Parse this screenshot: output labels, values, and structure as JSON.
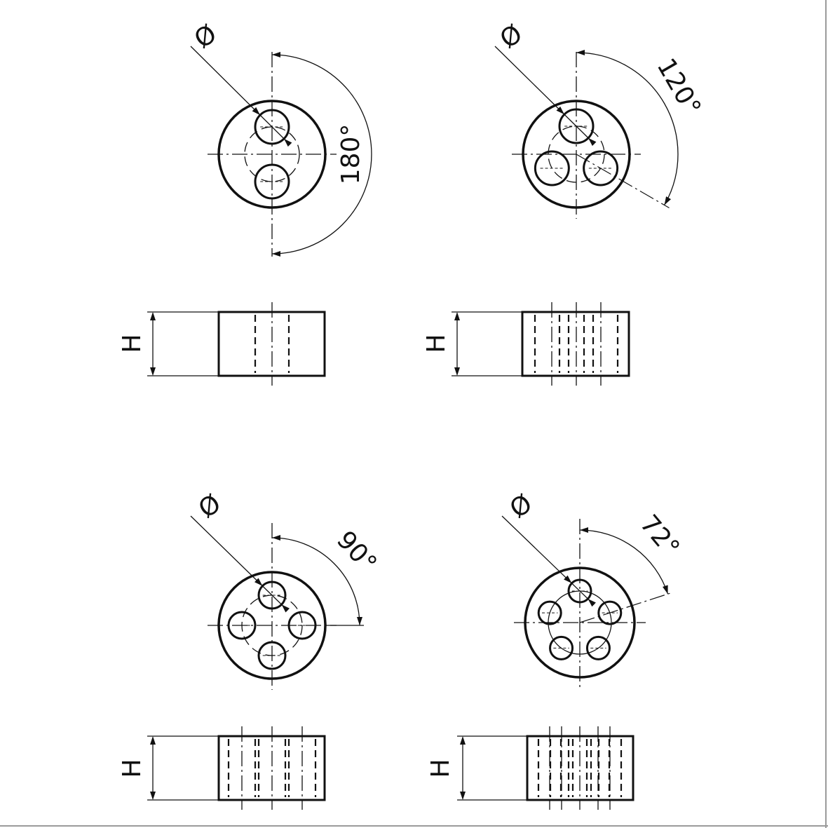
{
  "title": "Hole pattern drawings",
  "colors": {
    "line": "#111111",
    "frame": "#9a9a9a"
  },
  "panels": [
    {
      "id": "two-holes",
      "hole_count": 2,
      "angle_label": "180°",
      "diameter_symbol": "Ø",
      "height_symbol": "H"
    },
    {
      "id": "three-holes",
      "hole_count": 3,
      "angle_label": "120°",
      "diameter_symbol": "Ø",
      "height_symbol": "H"
    },
    {
      "id": "four-holes",
      "hole_count": 4,
      "angle_label": "90°",
      "diameter_symbol": "Ø",
      "height_symbol": "H"
    },
    {
      "id": "five-holes",
      "hole_count": 5,
      "angle_label": "72°",
      "diameter_symbol": "Ø",
      "height_symbol": "H"
    }
  ]
}
